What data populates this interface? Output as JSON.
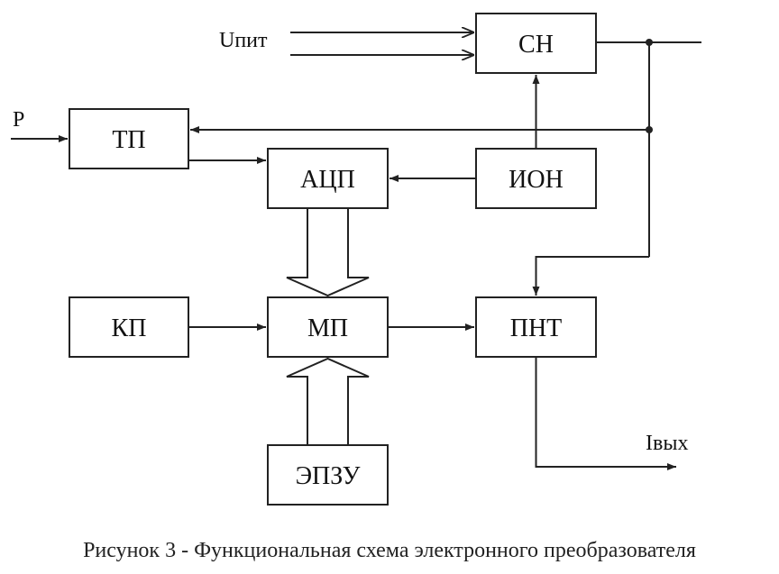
{
  "blocks": {
    "sn": "СН",
    "tp": "ТП",
    "acp": "АЦП",
    "ion": "ИОН",
    "kp": "КП",
    "mp": "МП",
    "pnt": "ПНТ",
    "epzu": "ЭПЗУ"
  },
  "signals": {
    "supply": "Uпит",
    "input": "Р",
    "output": "Iвых"
  },
  "caption": "Рисунок 3 - Функциональная схема электронного преобразователя"
}
